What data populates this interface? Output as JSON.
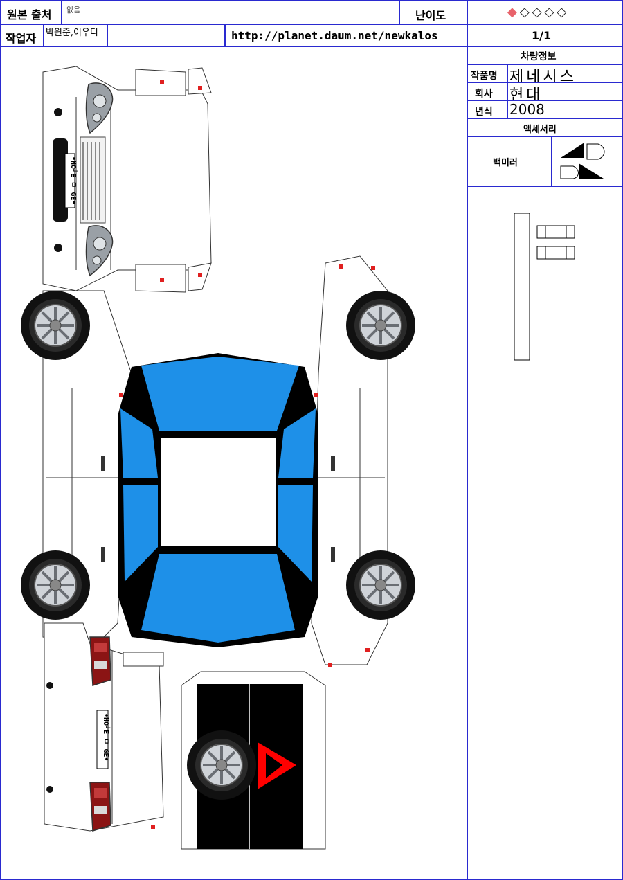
{
  "header": {
    "source_label": "원본 출처",
    "source_value": "없음",
    "difficulty_label": "난이도",
    "difficulty_rating": 1,
    "difficulty_max": 5,
    "author_label": "작업자",
    "author_value": "박원준,이우디",
    "url": "http://planet.daum.net/newkalos",
    "page": "1/1"
  },
  "vehicle": {
    "section_title": "차량정보",
    "name_label": "작품명",
    "name_value": "제네시스",
    "maker_label": "회사",
    "maker_value": "현대",
    "year_label": "년식",
    "year_value": "2008",
    "accessory_title": "액세서리",
    "mirror_label": "백미러"
  },
  "plate_text": "•HO┘E ㅁ GE•",
  "colors": {
    "border": "#2a2ad0",
    "window": "#1e90e8",
    "body": "#ffffff",
    "marker": "#ff0000",
    "trunk": "#000000",
    "diamond_on": "#e8636b"
  }
}
